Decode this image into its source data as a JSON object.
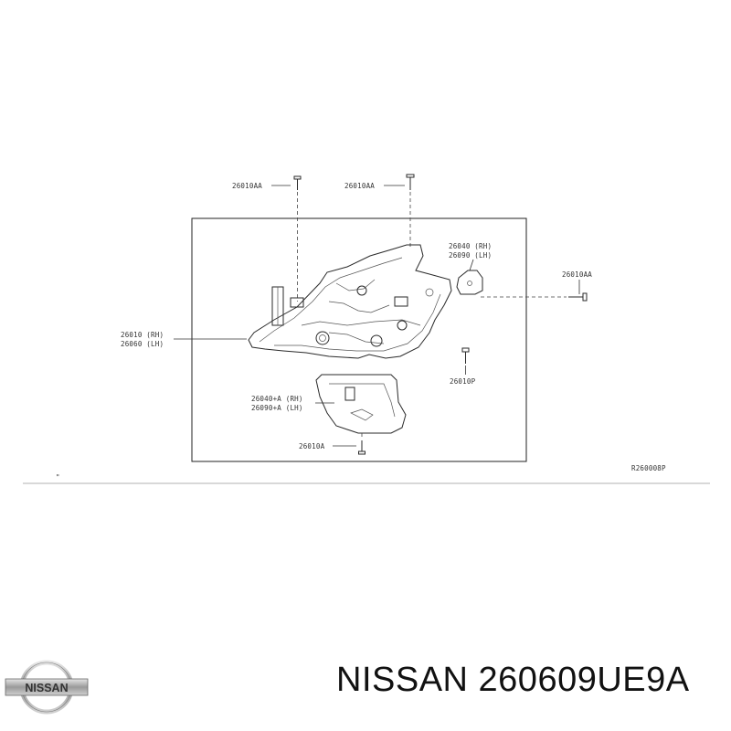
{
  "diagram": {
    "labels": {
      "bolt_left_top": "26010AA",
      "bolt_mid_top": "26010AA",
      "bracket_rh": "26040 (RH)",
      "bracket_lh": "26090 (LH)",
      "bolt_right": "26010AA",
      "assembly_rh": "26010 (RH)",
      "assembly_lh": "26060 (LH)",
      "clip": "26010P",
      "lower_bracket_rh": "26040+A (RH)",
      "lower_bracket_lh": "26090+A (LH)",
      "bolt_bottom": "26010A",
      "drawing_code": "R260008P"
    },
    "stray_mark": "\""
  },
  "footer": {
    "brand_logo_text": "NISSAN",
    "part_title": "NISSAN 260609UE9A"
  }
}
